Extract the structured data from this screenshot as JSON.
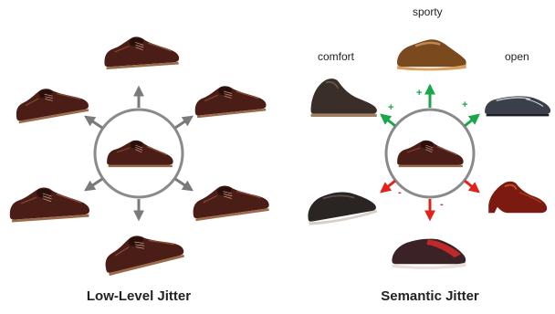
{
  "panels": {
    "left": {
      "caption": "Low-Level Jitter"
    },
    "right": {
      "caption": "Semantic Jitter",
      "attributes": {
        "sporty": "sporty",
        "comfort": "comfort",
        "open": "open"
      },
      "signs": {
        "plus": "+",
        "minus": "-"
      }
    }
  },
  "colors": {
    "circle": "#8a8a8a",
    "gray_arrow": "#7a7a7a",
    "positive_arrow": "#1aa64a",
    "negative_arrow": "#e2231a",
    "oxford_shoe": "#4a1e16",
    "oxford_highlight": "#8b4a36",
    "sole": "#9a6a4a"
  }
}
